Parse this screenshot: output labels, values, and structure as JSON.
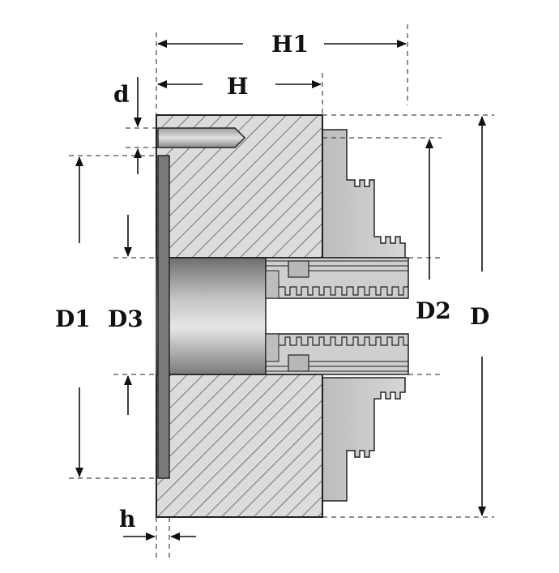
{
  "labels": {
    "h1": "H1",
    "h": "H",
    "d_small": "d",
    "d1": "D1",
    "d3": "D3",
    "d2": "D2",
    "d_large": "D",
    "h_small": "h"
  },
  "colors": {
    "outline": "#222222",
    "body_fill": "#d9d9d9",
    "hatch": "#333333",
    "jaw_fill": "#cfcfcf",
    "jaw_shadow": "#8a8a8a",
    "plate_fill": "#7a7a7a",
    "dimension": "#111111"
  }
}
